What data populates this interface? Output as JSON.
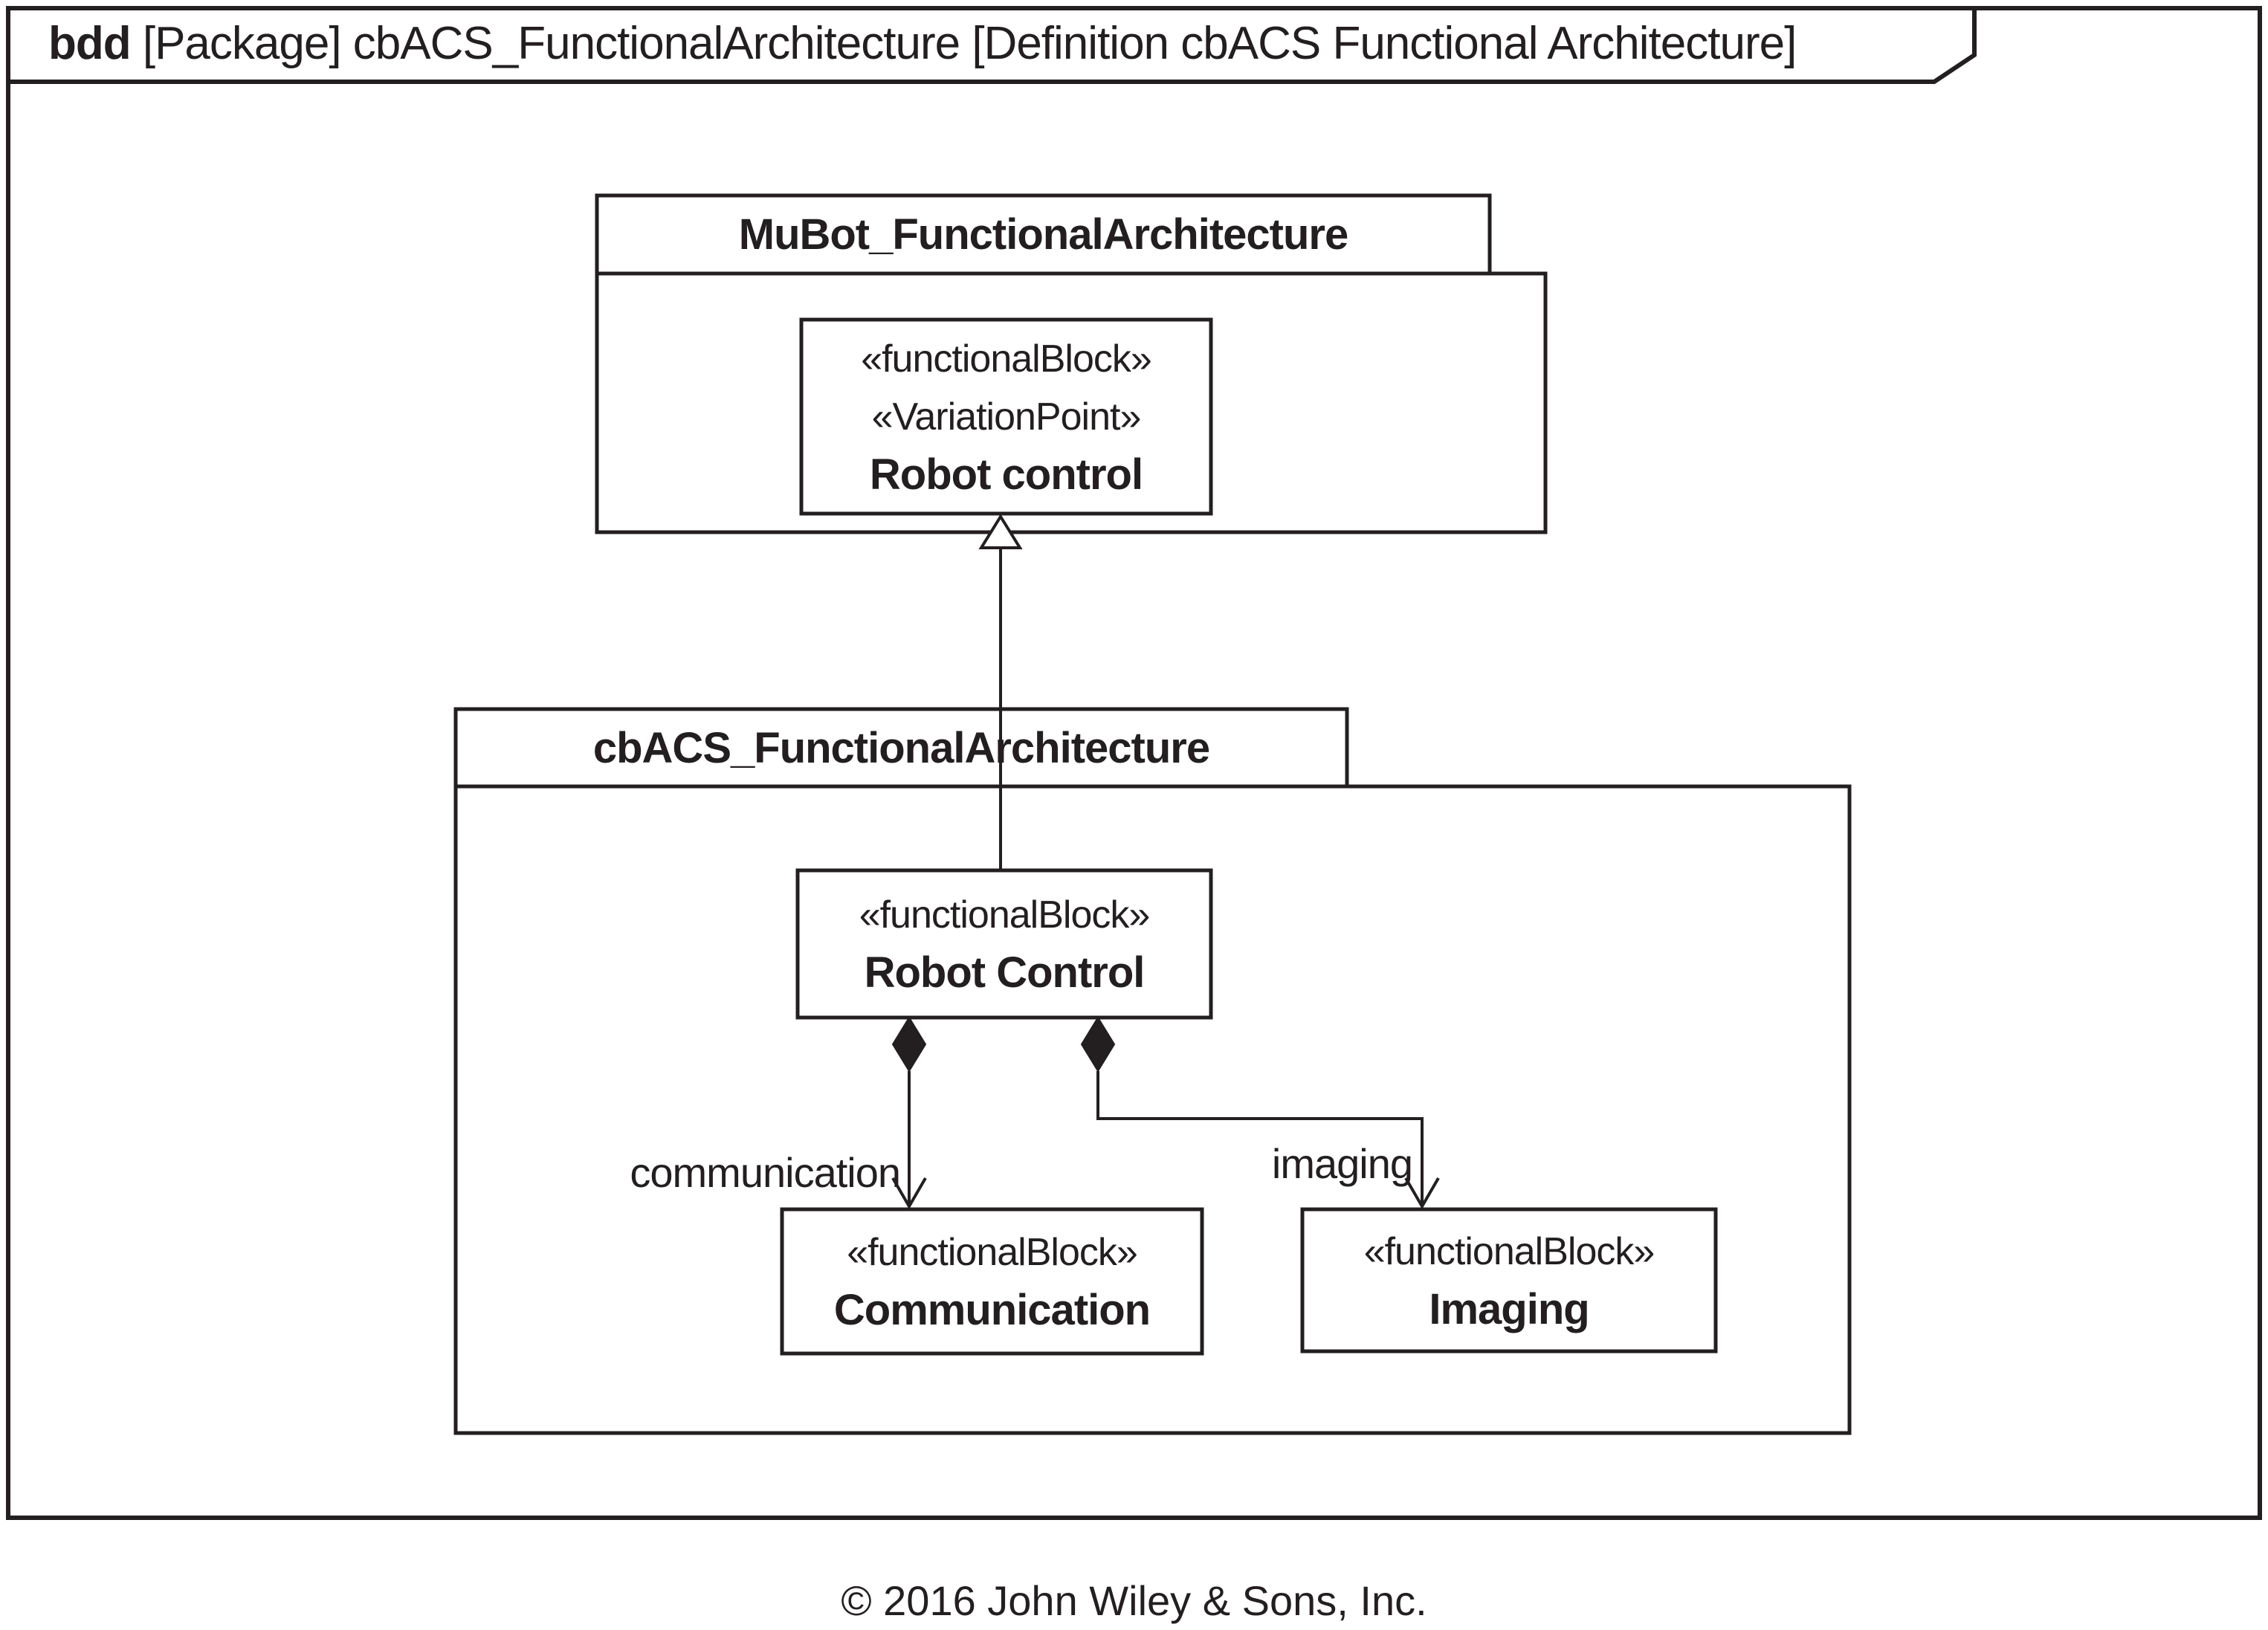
{
  "frame": {
    "title_keyword": "bdd",
    "title_rest": " [Package] cbACS_FunctionalArchitecture [Definition cbACS Functional Architecture]"
  },
  "packages": {
    "mubot": {
      "name": "MuBot_FunctionalArchitecture",
      "robot_control_block": {
        "stereotype1": "«functionalBlock»",
        "stereotype2": "«VariationPoint»",
        "name": "Robot control"
      }
    },
    "cbacs": {
      "name": "cbACS_FunctionalArchitecture",
      "robot_control_block": {
        "stereotype": "«functionalBlock»",
        "name": "Robot Control"
      },
      "communication_block": {
        "stereotype": "«functionalBlock»",
        "name": "Communication"
      },
      "imaging_block": {
        "stereotype": "«functionalBlock»",
        "name": "Imaging"
      }
    }
  },
  "relations": {
    "communication_label": "communication",
    "imaging_label": "imaging"
  },
  "footer": {
    "copyright": "© 2016 John Wiley & Sons, Inc."
  },
  "colors": {
    "ink": "#231f20",
    "background": "#ffffff"
  }
}
